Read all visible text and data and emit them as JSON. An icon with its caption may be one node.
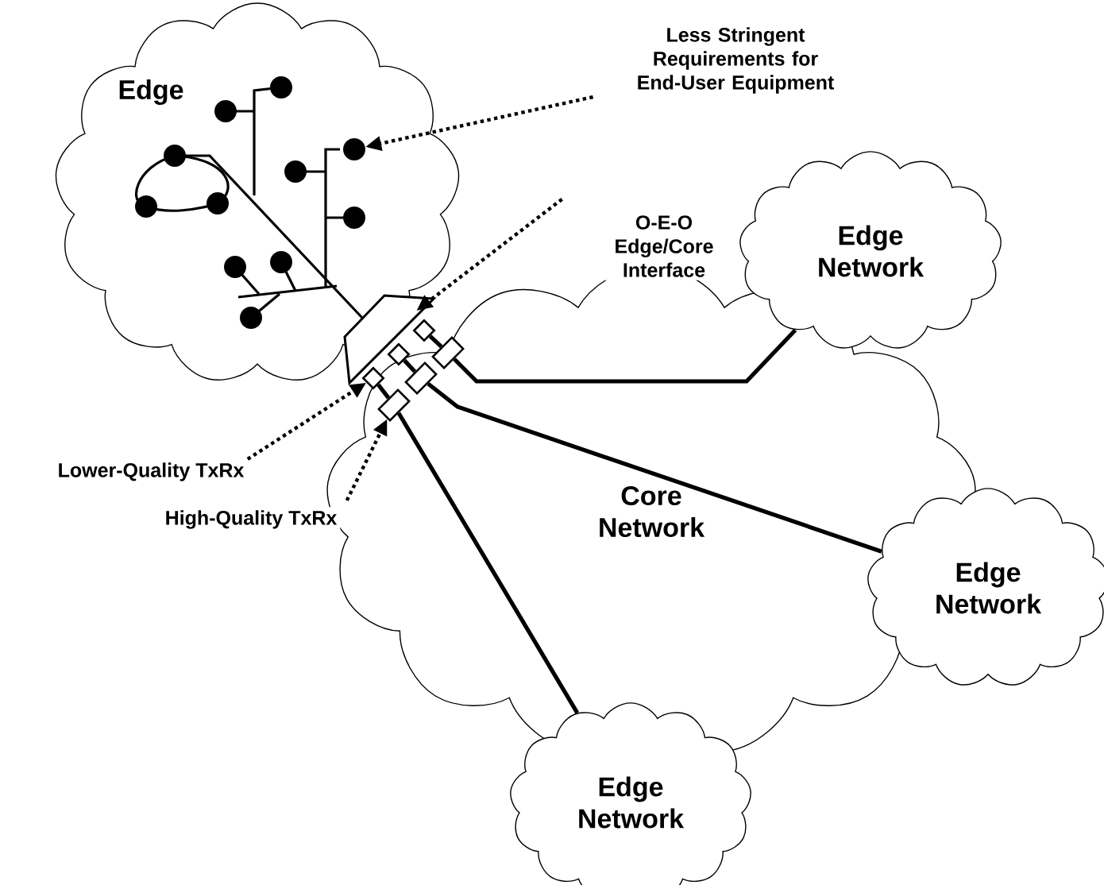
{
  "diagram": {
    "nodes": [
      {
        "text": [
          "Edge"
        ]
      },
      {
        "text": [
          "Edge Network"
        ]
      },
      {
        "text": [
          "Core Network"
        ]
      },
      {
        "text": [
          "Edge Network"
        ]
      },
      {
        "text": [
          "Edge Network"
        ]
      },
      {
        "text": [
          "Less Stringent Requirements for End-User Equipment"
        ]
      },
      {
        "text": [
          "O-E-O Edge/Core Interface"
        ]
      },
      {
        "text": [
          "Lower-Quality TxRx"
        ]
      },
      {
        "text": [
          "High-Quality TxRx"
        ]
      },
      {
        "text": [],
        "shape": "trapezoid"
      },
      {
        "text": [],
        "shape": "circle",
        "in": 0
      },
      {
        "text": [],
        "shape": "diamond"
      },
      {
        "text": [],
        "shape": "box",
        "in": 2
      },
      {
        "text": [],
        "shape": "box",
        "in": 2
      },
      {
        "text": [],
        "shape": "box",
        "in": 2
      },
      {
        "text": [],
        "shape": "diamond"
      },
      {
        "text": [],
        "shape": "diamond"
      }
    ],
    "edges": [
      {
        "from": 5,
        "to": 10,
        "arrow": "to",
        "style": "dashed"
      },
      {
        "from": 6,
        "to": 9,
        "arrow": "to",
        "style": "dashed"
      },
      {
        "from": 7,
        "to": 11,
        "arrow": "to",
        "style": "dashed"
      },
      {
        "from": 8,
        "to": 12,
        "arrow": "to",
        "style": "dashed"
      },
      {
        "from": 14,
        "to": 1,
        "arrow": "none"
      },
      {
        "from": 13,
        "to": 3,
        "arrow": "none"
      },
      {
        "from": 12,
        "to": 4,
        "arrow": "none"
      },
      {
        "from": 11,
        "to": 12,
        "arrow": "none"
      },
      {
        "from": 15,
        "to": 13,
        "arrow": "none"
      },
      {
        "from": 16,
        "to": 14,
        "arrow": "none"
      }
    ]
  }
}
